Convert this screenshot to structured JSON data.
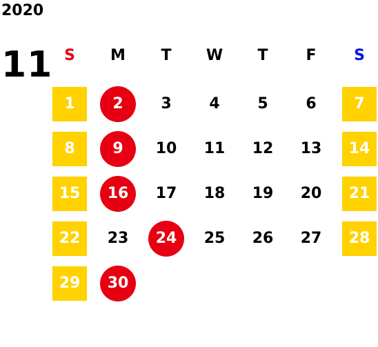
{
  "calendar": {
    "year": "2020",
    "month": "11",
    "weekdays": [
      {
        "label": "S",
        "color": "#e60012"
      },
      {
        "label": "M",
        "color": "#000000"
      },
      {
        "label": "T",
        "color": "#000000"
      },
      {
        "label": "W",
        "color": "#000000"
      },
      {
        "label": "T",
        "color": "#000000"
      },
      {
        "label": "F",
        "color": "#000000"
      },
      {
        "label": "S",
        "color": "#0014e6"
      }
    ],
    "first_weekday": 0,
    "days": [
      {
        "d": "1",
        "mark": "square"
      },
      {
        "d": "2",
        "mark": "circle"
      },
      {
        "d": "3",
        "mark": "none"
      },
      {
        "d": "4",
        "mark": "none"
      },
      {
        "d": "5",
        "mark": "none"
      },
      {
        "d": "6",
        "mark": "none"
      },
      {
        "d": "7",
        "mark": "square"
      },
      {
        "d": "8",
        "mark": "square"
      },
      {
        "d": "9",
        "mark": "circle"
      },
      {
        "d": "10",
        "mark": "none"
      },
      {
        "d": "11",
        "mark": "none"
      },
      {
        "d": "12",
        "mark": "none"
      },
      {
        "d": "13",
        "mark": "none"
      },
      {
        "d": "14",
        "mark": "square"
      },
      {
        "d": "15",
        "mark": "square"
      },
      {
        "d": "16",
        "mark": "circle"
      },
      {
        "d": "17",
        "mark": "none"
      },
      {
        "d": "18",
        "mark": "none"
      },
      {
        "d": "19",
        "mark": "none"
      },
      {
        "d": "20",
        "mark": "none"
      },
      {
        "d": "21",
        "mark": "square"
      },
      {
        "d": "22",
        "mark": "square"
      },
      {
        "d": "23",
        "mark": "none"
      },
      {
        "d": "24",
        "mark": "circle"
      },
      {
        "d": "25",
        "mark": "none"
      },
      {
        "d": "26",
        "mark": "none"
      },
      {
        "d": "27",
        "mark": "none"
      },
      {
        "d": "28",
        "mark": "square"
      },
      {
        "d": "29",
        "mark": "square"
      },
      {
        "d": "30",
        "mark": "circle"
      }
    ]
  },
  "colors": {
    "square_fill": "#ffd200",
    "circle_fill": "#e60012",
    "marked_text": "#ffffff",
    "plain_text": "#000000"
  }
}
